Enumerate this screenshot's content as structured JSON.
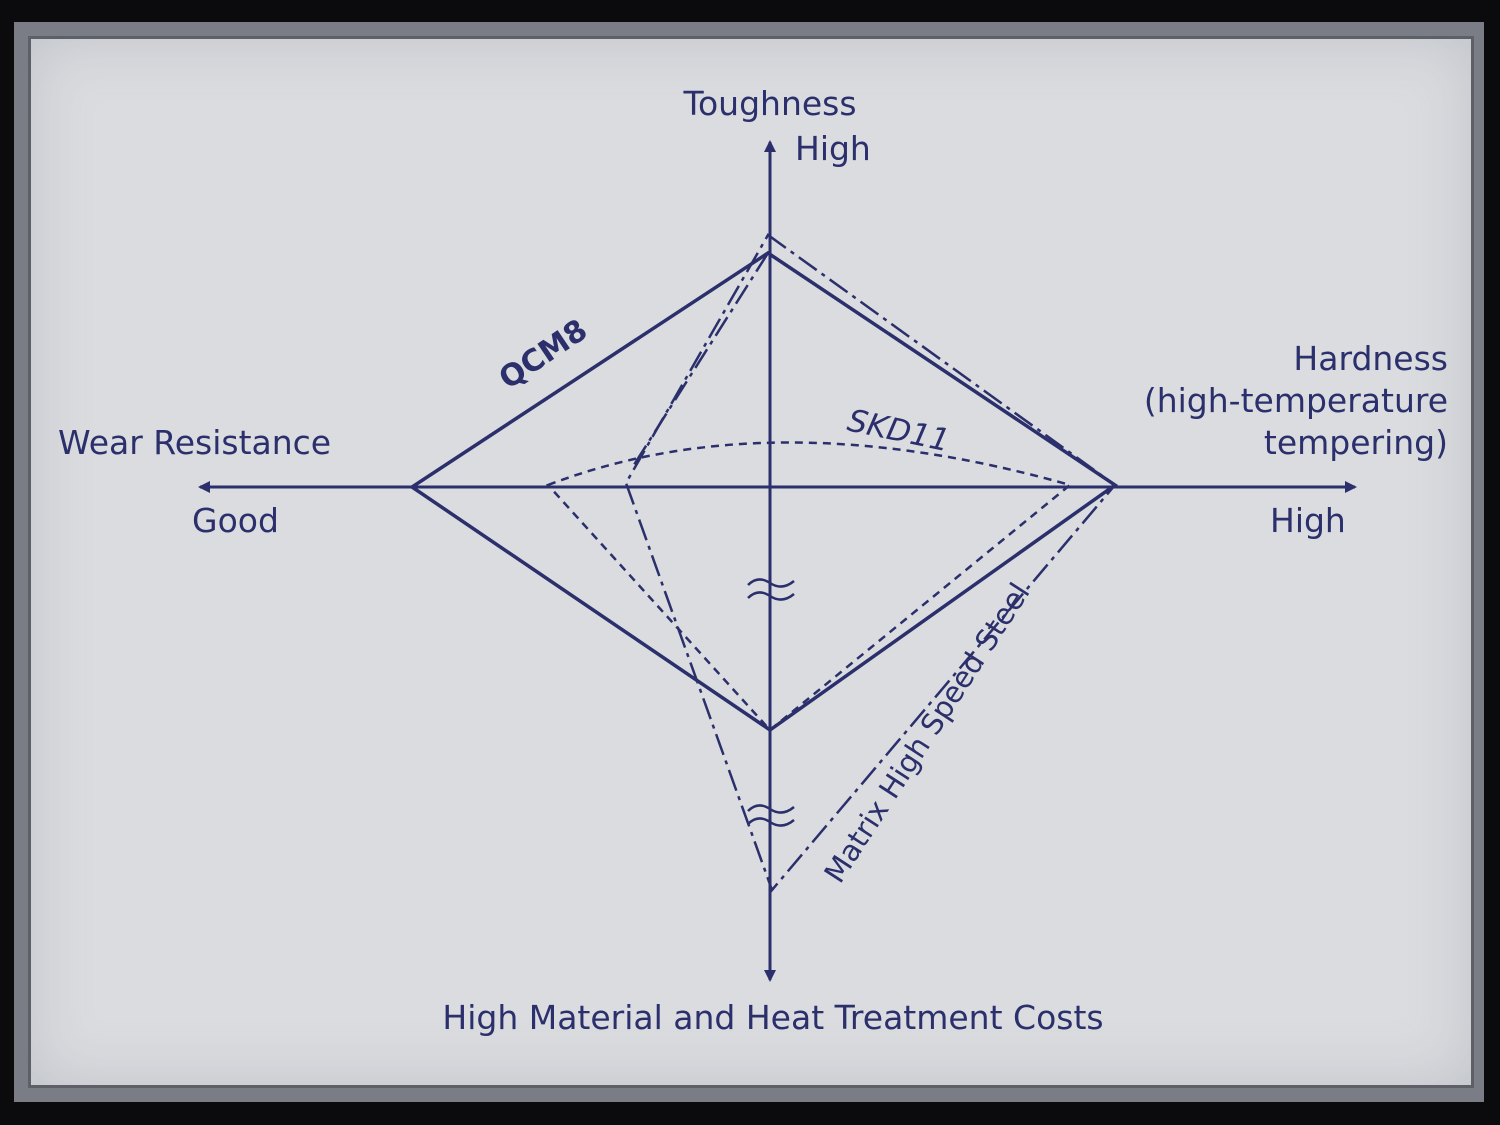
{
  "axes": {
    "top_title": "Toughness",
    "top_level": "High",
    "left_title": "Wear Resistance",
    "left_level": "Good",
    "right_title_lines": [
      "Hardness",
      "(high-temperature",
      "tempering)"
    ],
    "right_level": "High",
    "bottom_title": "High Material and Heat Treatment Costs"
  },
  "series": {
    "qcm8": "QCM8",
    "skd11": "SKD11",
    "mhs": "Matrix High Speed Steel"
  },
  "colors": {
    "ink": "#2b2f6b",
    "panel": "#dadcdf",
    "frame": "#7a7d86"
  }
}
